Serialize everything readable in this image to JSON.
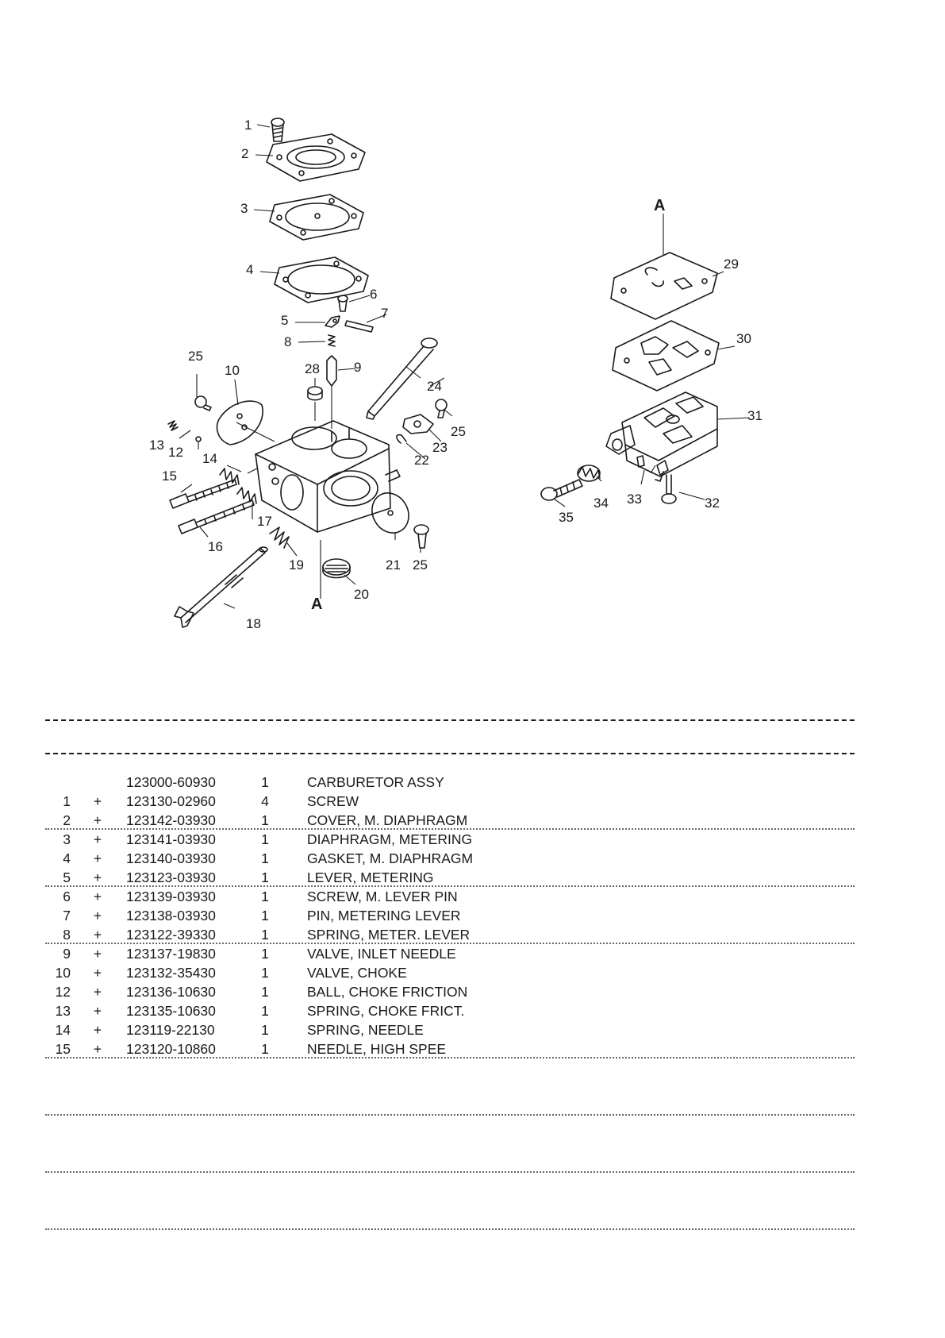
{
  "diagram": {
    "callouts": [
      "1",
      "2",
      "3",
      "4",
      "5",
      "6",
      "7",
      "8",
      "9",
      "10",
      "12",
      "13",
      "14",
      "15",
      "16",
      "17",
      "18",
      "19",
      "20",
      "21",
      "22",
      "23",
      "24",
      "25",
      "28",
      "29",
      "30",
      "31",
      "32",
      "33",
      "34",
      "35"
    ],
    "detail_marker": "A"
  },
  "parts_list": [
    {
      "ref": "",
      "mark": "",
      "part_no": "123000-60930",
      "qty": "1",
      "desc": "CARBURETOR ASSY"
    },
    {
      "ref": "1",
      "mark": "+",
      "part_no": "123130-02960",
      "qty": "4",
      "desc": "SCREW"
    },
    {
      "ref": "2",
      "mark": "+",
      "part_no": "123142-03930",
      "qty": "1",
      "desc": "COVER, M. DIAPHRAGM"
    },
    {
      "ref": "3",
      "mark": "+",
      "part_no": "123141-03930",
      "qty": "1",
      "desc": "DIAPHRAGM, METERING"
    },
    {
      "ref": "4",
      "mark": "+",
      "part_no": "123140-03930",
      "qty": "1",
      "desc": "GASKET, M. DIAPHRAGM"
    },
    {
      "ref": "5",
      "mark": "+",
      "part_no": "123123-03930",
      "qty": "1",
      "desc": "LEVER, METERING"
    },
    {
      "ref": "6",
      "mark": "+",
      "part_no": "123139-03930",
      "qty": "1",
      "desc": "SCREW, M. LEVER PIN"
    },
    {
      "ref": "7",
      "mark": "+",
      "part_no": "123138-03930",
      "qty": "1",
      "desc": "PIN, METERING LEVER"
    },
    {
      "ref": "8",
      "mark": "+",
      "part_no": "123122-39330",
      "qty": "1",
      "desc": "SPRING, METER. LEVER"
    },
    {
      "ref": "9",
      "mark": "+",
      "part_no": "123137-19830",
      "qty": "1",
      "desc": "VALVE, INLET NEEDLE"
    },
    {
      "ref": "10",
      "mark": "+",
      "part_no": "123132-35430",
      "qty": "1",
      "desc": "VALVE, CHOKE"
    },
    {
      "ref": "12",
      "mark": "+",
      "part_no": "123136-10630",
      "qty": "1",
      "desc": "BALL, CHOKE FRICTION"
    },
    {
      "ref": "13",
      "mark": "+",
      "part_no": "123135-10630",
      "qty": "1",
      "desc": "SPRING, CHOKE FRICT."
    },
    {
      "ref": "14",
      "mark": "+",
      "part_no": "123119-22130",
      "qty": "1",
      "desc": "SPRING, NEEDLE"
    },
    {
      "ref": "15",
      "mark": "+",
      "part_no": "123120-10860",
      "qty": "1",
      "desc": "NEEDLE, HIGH SPEE"
    }
  ]
}
